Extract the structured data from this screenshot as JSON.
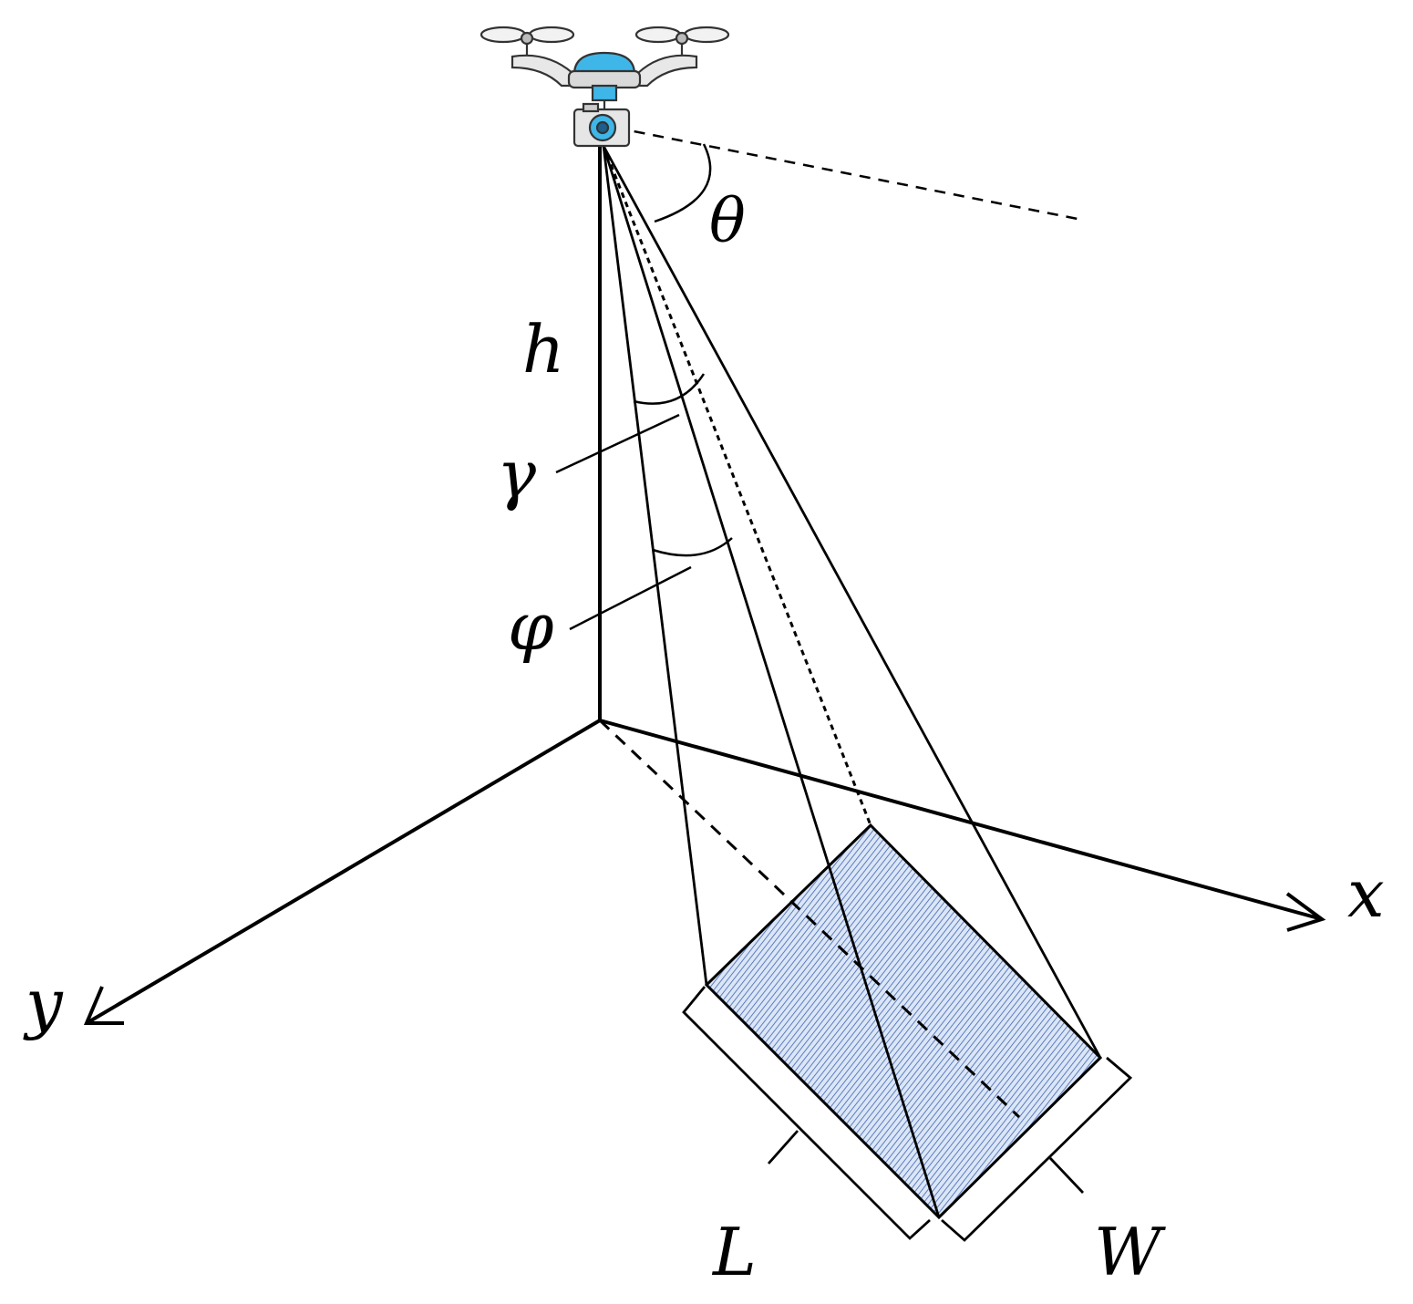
{
  "labels": {
    "theta": "θ",
    "h": "h",
    "gamma": "γ",
    "phi": "φ",
    "x": "x",
    "y": "y",
    "L": "L",
    "W": "W"
  },
  "colors": {
    "footprint_fill": "#c6d9f1",
    "footprint_hatch": "#4a6fb5",
    "drone_accent": "#3fb6e8",
    "line": "#000000"
  },
  "icons": {
    "drone": "drone-icon",
    "camera": "camera-icon"
  }
}
